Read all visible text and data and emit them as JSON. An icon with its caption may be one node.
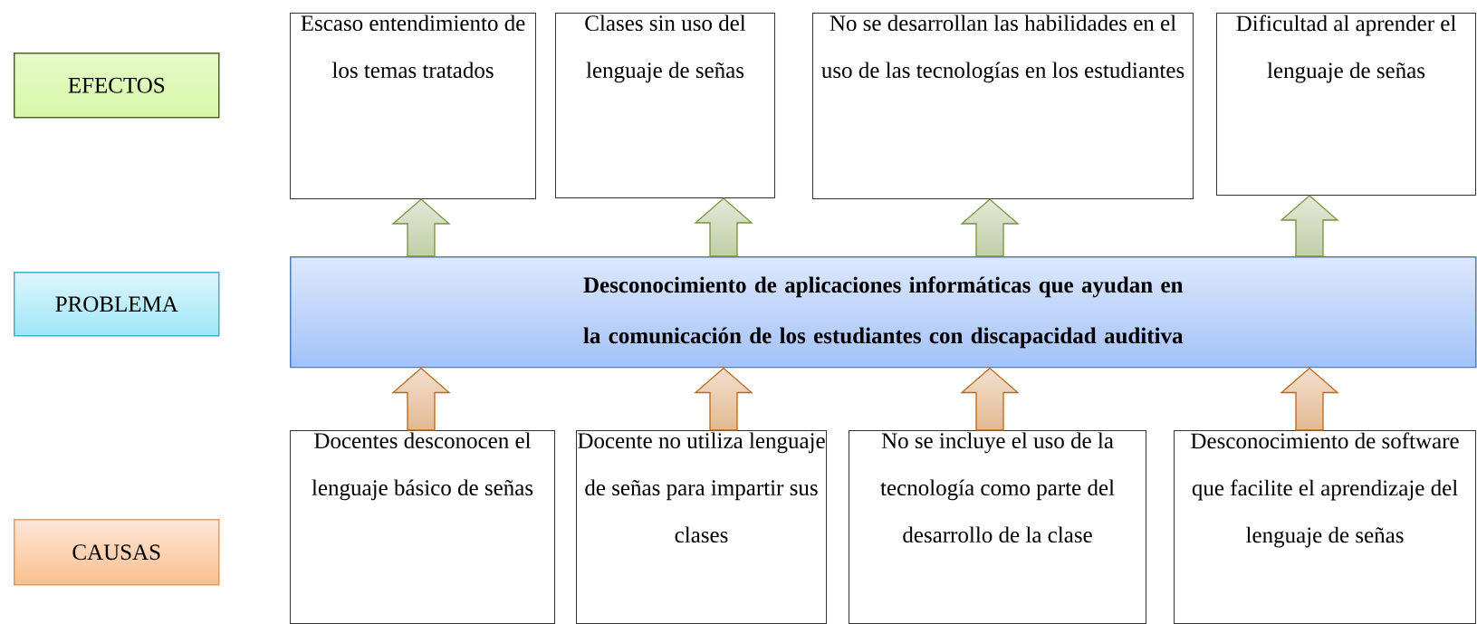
{
  "diagram": {
    "nodes": [
      {
        "text": [
          "EFECTOS"
        ]
      },
      {
        "text": [
          "PROBLEMA"
        ]
      },
      {
        "text": [
          "CAUSAS"
        ]
      },
      {
        "text": [
          "Escaso entendimiento de los temas tratados"
        ]
      },
      {
        "text": [
          "Clases sin uso del lenguaje de señas"
        ]
      },
      {
        "text": [
          "No se desarrollan las habilidades en el uso de las tecnologías en los estudiantes"
        ]
      },
      {
        "text": [
          "Dificultad al aprender el lenguaje de señas"
        ]
      },
      {
        "text": [
          "Desconocimiento de aplicaciones informáticas que ayudan en la comunicación de los estudiantes con discapacidad auditiva"
        ]
      },
      {
        "text": [
          "Docentes desconocen el lenguaje básico de señas"
        ]
      },
      {
        "text": [
          "Docente no utiliza lenguaje de señas para impartir sus clases"
        ]
      },
      {
        "text": [
          "No se incluye el uso de la tecnología como parte del desarrollo de la clase"
        ]
      },
      {
        "text": [
          "Desconocimiento de software que facilite el aprendizaje del lenguaje de señas"
        ]
      }
    ],
    "edges": [
      {
        "from": 7,
        "to": 3,
        "arrow": "to",
        "color": "#76923c"
      },
      {
        "from": 7,
        "to": 4,
        "arrow": "to",
        "color": "#76923c"
      },
      {
        "from": 7,
        "to": 5,
        "arrow": "to",
        "color": "#76923c"
      },
      {
        "from": 7,
        "to": 6,
        "arrow": "to",
        "color": "#76923c"
      },
      {
        "from": 8,
        "to": 7,
        "arrow": "to",
        "color": "#c0640f"
      },
      {
        "from": 9,
        "to": 7,
        "arrow": "to",
        "color": "#c0640f"
      },
      {
        "from": 10,
        "to": 7,
        "arrow": "to",
        "color": "#c0640f"
      },
      {
        "from": 11,
        "to": 7,
        "arrow": "to",
        "color": "#c0640f"
      }
    ]
  }
}
